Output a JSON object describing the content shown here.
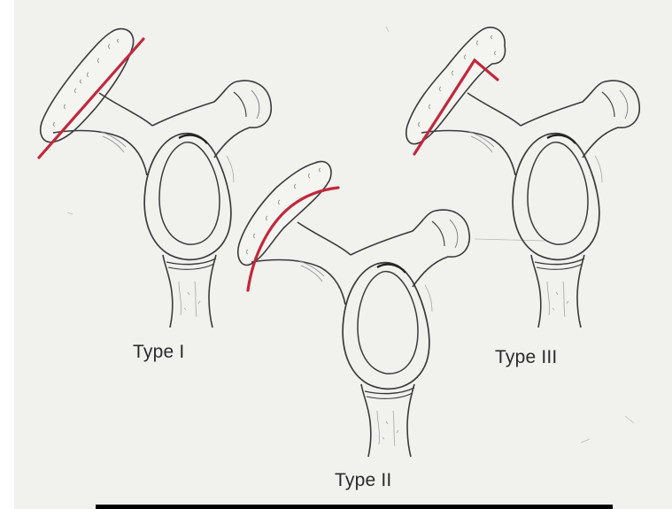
{
  "figure": {
    "labels": {
      "type1": "Type I",
      "type2": "Type II",
      "type3": "Type III"
    },
    "colors": {
      "background": "#f1f1ee",
      "outline": "#3a3a3a",
      "undersurface_line": "#c0283c"
    }
  }
}
